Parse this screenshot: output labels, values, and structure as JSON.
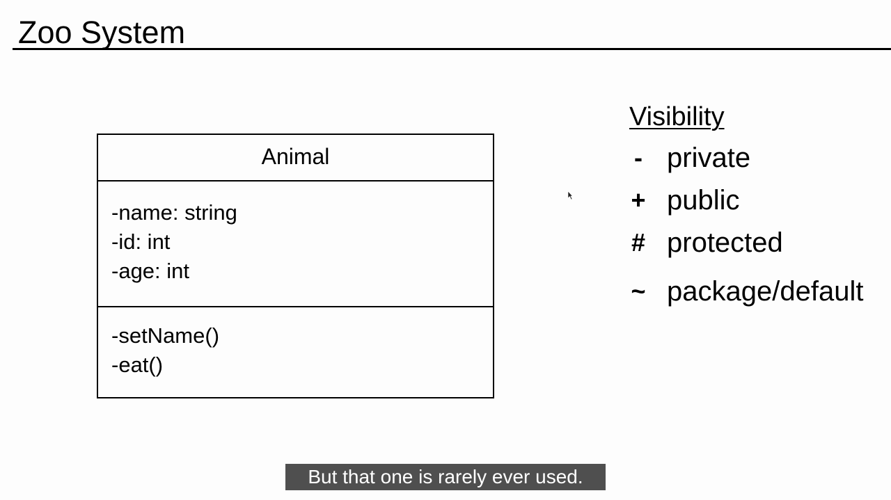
{
  "slide": {
    "title": "Zoo System"
  },
  "uml_class": {
    "name": "Animal",
    "attributes": [
      "-name: string",
      "-id: int",
      "-age: int"
    ],
    "operations": [
      "-setName()",
      "-eat()"
    ]
  },
  "visibility_legend": {
    "heading": "Visibility",
    "items": [
      {
        "symbol": "-",
        "label": "private"
      },
      {
        "symbol": "+",
        "label": "public"
      },
      {
        "symbol": "#",
        "label": "protected"
      },
      {
        "symbol": "~",
        "label": "package/default"
      }
    ]
  },
  "caption": {
    "text": "But that one is rarely ever used."
  },
  "colors": {
    "background": "#fdfdfd",
    "ink": "#000000",
    "caption_background": "#1e1e1e",
    "caption_text": "#ffffff"
  },
  "icons": {
    "cursor": "mouse-pointer-icon"
  }
}
